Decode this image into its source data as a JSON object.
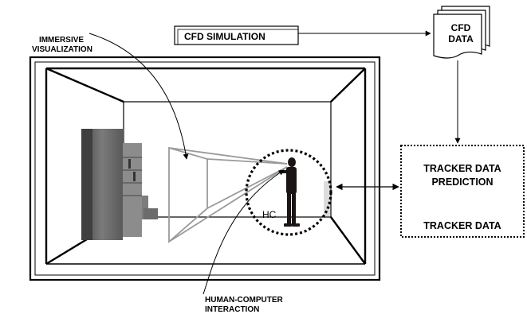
{
  "labels": {
    "immersive_line1": "IMMERSIVE",
    "immersive_line2": "VISUALIZATION",
    "cfd_simulation": "CFD SIMULATION",
    "cfd_data_line1": "CFD",
    "cfd_data_line2": "DATA",
    "tracker_prediction_line1": "TRACKER DATA",
    "tracker_prediction_line2": "PREDICTION",
    "tracker_data": "TRACKER DATA",
    "hc": "HC",
    "hci_line1": "HUMAN-COMPUTER",
    "hci_line2": "INTERACTION"
  },
  "colors": {
    "line": "#000000",
    "room_inner": "#111111",
    "shelf_dark": "#555555",
    "shelf_mid": "#8a8a8a",
    "frustum": "#9a9a9a",
    "person": "#1a1414"
  }
}
